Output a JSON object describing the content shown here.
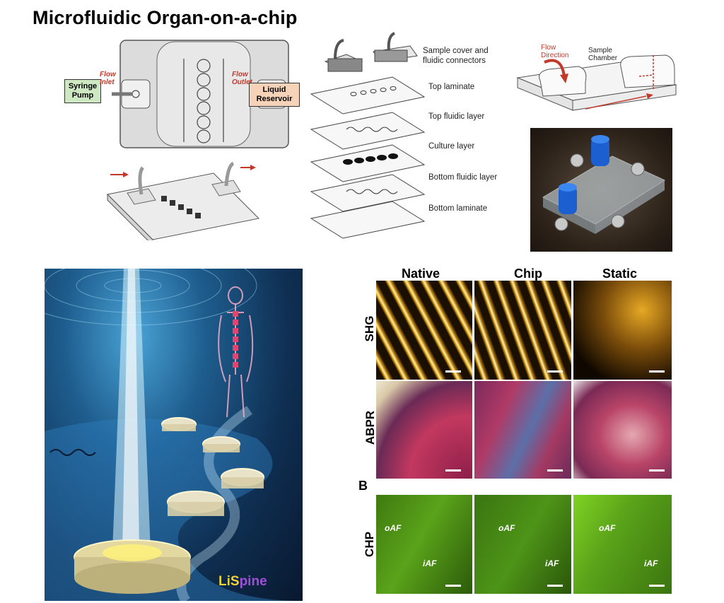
{
  "title": "Microfluidic Organ-on-a-chip",
  "top_left": {
    "syringe_pump": "Syringe Pump",
    "flow_inlet": "Flow Inlet",
    "flow_outlet": "Flow Outlet",
    "liquid_reservoir": "Liquid Reservoir"
  },
  "exploded_layers": [
    "Sample cover and fluidic connectors",
    "Top laminate",
    "Top fluidic layer",
    "Culture layer",
    "Bottom fluidic layer",
    "Bottom laminate"
  ],
  "top_right": {
    "flow_direction": "Flow Direction",
    "sample_chamber": "Sample Chamber"
  },
  "artwork_logo": "LiSpine",
  "micrographs": {
    "columns": [
      "Native",
      "Chip",
      "Static"
    ],
    "rows": [
      "SHG",
      "ABPR",
      "CHP"
    ],
    "panel_b_label": "B",
    "chp_labels": {
      "outer": "oAF",
      "inner": "iAF"
    }
  },
  "colors": {
    "flow_red": "#c0392b",
    "syringe_box": "#cfe8c4",
    "reservoir_box": "#f6d2b8",
    "shg_gold": "#e0a21c",
    "chp_green": "#5aa31a"
  }
}
